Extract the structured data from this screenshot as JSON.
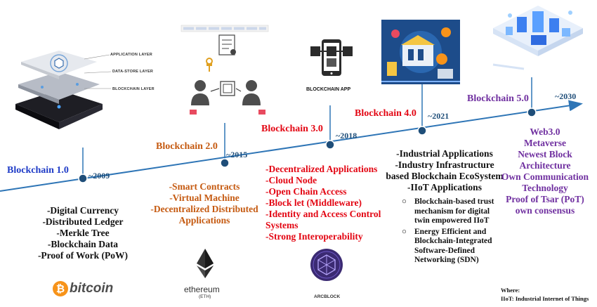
{
  "eras": [
    {
      "title": "Blockchain 1.0",
      "year": "~2009",
      "features": [
        "-Digital Currency",
        "-Distributed Ledger",
        "-Merkle Tree",
        "-Blockchain Data",
        "-Proof of Work (PoW)"
      ]
    },
    {
      "title": "Blockchain 2.0",
      "year": "~2015",
      "features": [
        "-Smart Contracts",
        "-Virtual Machine",
        "-Decentralized Distributed",
        "Applications"
      ]
    },
    {
      "title": "Blockchain 3.0",
      "year": "~2018",
      "features": [
        "-Decentralized Applications",
        "-Cloud Node",
        "-Open Chain Access",
        "-Block let (Middleware)",
        "-Identity and Access Control",
        "Systems",
        "-Strong Interoperability"
      ]
    },
    {
      "title": "Blockchain 4.0",
      "year": "~2021",
      "features": [
        "-Industrial Applications",
        "-Industry Infrastructure",
        "based Blockchain EcoSystem",
        "-IIoT Applications"
      ],
      "bullets": [
        [
          "Blockchain-based trust",
          "mechanism for digital",
          "twin empowered IIoT"
        ],
        [
          "Energy Efficient and",
          "Blockchain-Integrated",
          "Software-Defined",
          "Networking (SDN)"
        ]
      ]
    },
    {
      "title": "Blockchain 5.0",
      "year": "~2030",
      "features": [
        "Web3.0",
        "Metaverse",
        "Newest Block",
        "Architecture",
        "Own Communication",
        "Technology",
        "Proof of Tsar (PoT)",
        "own consensus"
      ]
    }
  ],
  "layers": [
    "APPLICATION LAYER",
    "DATA-STORE LAYER",
    "BLOCKCHAIN LAYER"
  ],
  "logos": {
    "bitcoin": "bitcoin",
    "ethereum": "ethereum",
    "ethereum_ticker": "(ETH)",
    "arcblock": "ARCBLOCK",
    "blockchain_app": "BLOCKCHAIN APP"
  },
  "legend": {
    "heading": "Where:",
    "definition": "IIoT: Industrial Internet of Things"
  },
  "colors": {
    "timeline": "#2e75b6",
    "dot": "#1f4e79",
    "era1": "#1f3cc7",
    "era2": "#c55a11",
    "era3": "#e30613",
    "era4": "#e30613",
    "era5": "#7030a0"
  }
}
